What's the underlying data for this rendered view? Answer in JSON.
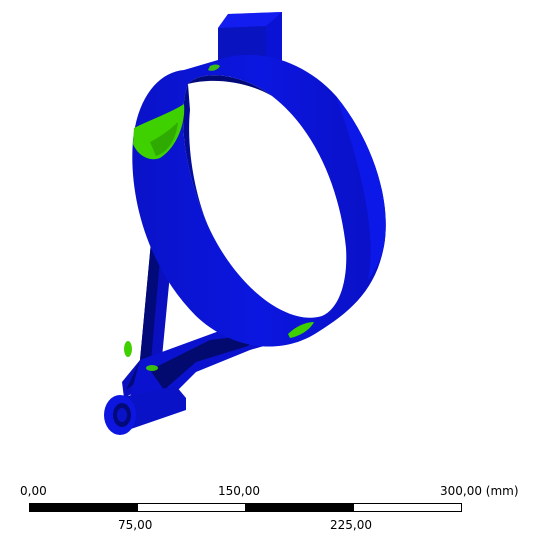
{
  "colors": {
    "background": "#ffffff",
    "result_blue": "#0a12d6",
    "result_blue_dark": "#020a7a",
    "result_blue_deep": "#01044a",
    "result_green": "#3fd000",
    "scale_black": "#000000",
    "scale_white": "#ffffff"
  },
  "model": {
    "description_icon": "cad-part-icon"
  },
  "scale_bar": {
    "tick_top": [
      "0,00",
      "150,00",
      "300,00 (mm)"
    ],
    "tick_bottom": [
      "75,00",
      "225,00"
    ]
  }
}
